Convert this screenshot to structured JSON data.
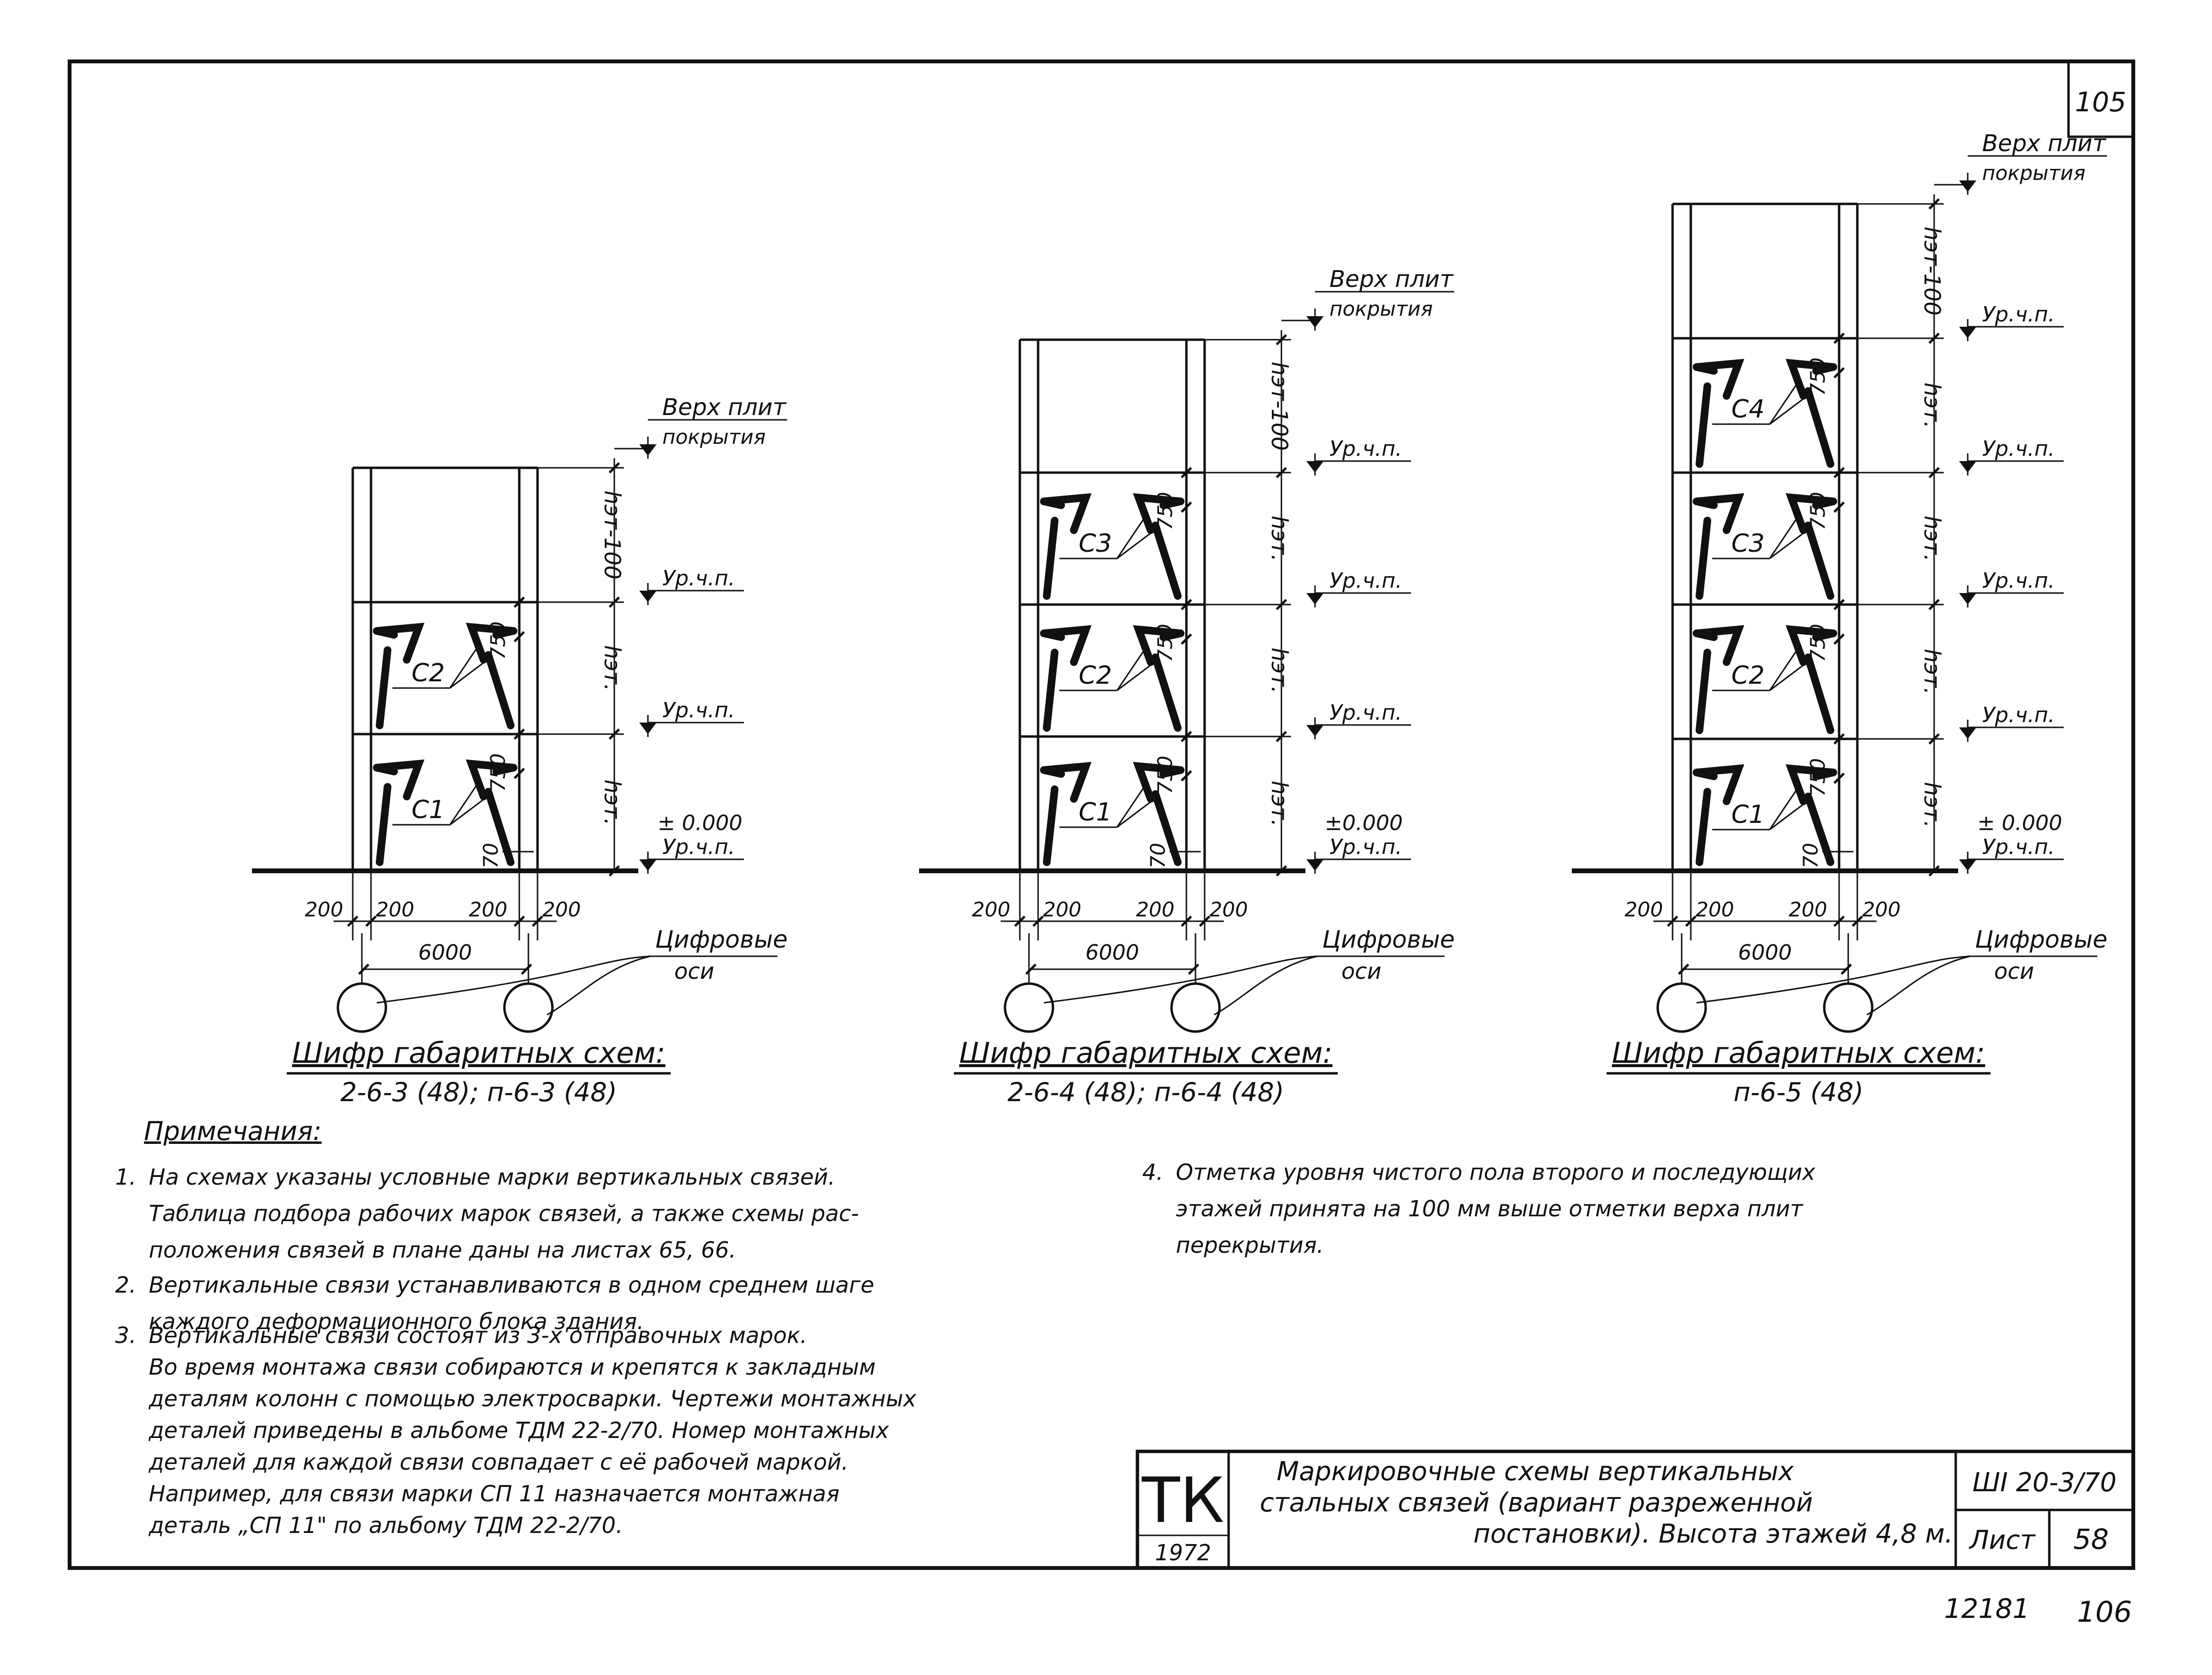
{
  "sheet": {
    "corner_number": "105",
    "footer_left": "12181",
    "footer_right": "106"
  },
  "schemes": [
    {
      "id": "scheme-1",
      "code_title": "Шифр габаритных схем:",
      "code_value": "2-6-3 (48); п-6-3 (48)",
      "brace_marks": [
        "С1",
        "С2"
      ],
      "level_top_line1": "Верх плит",
      "level_top_line2": "покрытия",
      "level_floor": "Ур.ч.п.",
      "level_zero": "± 0.000",
      "dim_top": "hэт-100",
      "dim_floor": "hэт.",
      "dim_750": "750",
      "dim_70": "70",
      "dim_200": "200",
      "span": "6000",
      "axes_line1": "Цифровые",
      "axes_line2": "оси"
    },
    {
      "id": "scheme-2",
      "code_title": "Шифр габаритных схем:",
      "code_value": "2-6-4 (48); п-6-4 (48)",
      "brace_marks": [
        "С1",
        "С2",
        "С3"
      ],
      "level_top_line1": "Верх плит",
      "level_top_line2": "покрытия",
      "level_floor": "Ур.ч.п.",
      "level_zero": "±0.000",
      "dim_top": "hэт-100",
      "dim_floor": "hэт.",
      "dim_750": "750",
      "dim_70": "70",
      "dim_200": "200",
      "span": "6000",
      "axes_line1": "Цифровые",
      "axes_line2": "оси"
    },
    {
      "id": "scheme-3",
      "code_title": "Шифр габаритных схем:",
      "code_value": "п-6-5 (48)",
      "brace_marks": [
        "С1",
        "С2",
        "С3",
        "С4"
      ],
      "level_top_line1": "Верх плит",
      "level_top_line2": "покрытия",
      "level_floor": "Ур.ч.п.",
      "level_zero": "± 0.000",
      "dim_top": "hэт-100",
      "dim_floor": "hэт.",
      "dim_750": "750",
      "dim_70": "70",
      "dim_200": "200",
      "span": "6000",
      "axes_line1": "Цифровые",
      "axes_line2": "оси"
    }
  ],
  "notes": {
    "heading": "Примечания:",
    "items": [
      {
        "num": "1.",
        "lines": [
          "На схемах указаны условные марки вертикальных связей.",
          "Таблица подбора рабочих марок связей, а также схемы рас-",
          "положения связей в плане даны на листах 65, 66."
        ]
      },
      {
        "num": "2.",
        "lines": [
          "Вертикальные связи устанавливаются в одном среднем шаге",
          "каждого деформационного блока здания."
        ]
      },
      {
        "num": "3.",
        "lines": [
          "Вертикальные связи состоят из 3-х отправочных марок.",
          "Во время монтажа связи собираются и крепятся к закладным",
          "деталям колонн с помощью электросварки. Чертежи монтажных",
          "деталей приведены в альбоме ТДМ 22-2/70. Номер монтажных",
          "деталей для каждой связи совпадает с её рабочей маркой.",
          "Например, для связи марки СП 11   назначается монтажная",
          "деталь „СП 11\" по альбому ТДМ 22-2/70."
        ]
      },
      {
        "num": "4.",
        "lines": [
          "Отметка уровня чистого пола второго и последующих",
          "этажей принята на 100 мм выше отметки верха плит",
          "перекрытия."
        ]
      }
    ]
  },
  "title_block": {
    "org_code": "ТК",
    "year": "1972",
    "title_line1": "Маркировочные схемы вертикальных",
    "title_line2": "стальных связей (вариант разреженной",
    "title_line3": "постановки). Высота этажей 4,8 м.",
    "doc_number": "ШI 20-3/70",
    "sheet_label": "Лист",
    "sheet_number": "58"
  }
}
